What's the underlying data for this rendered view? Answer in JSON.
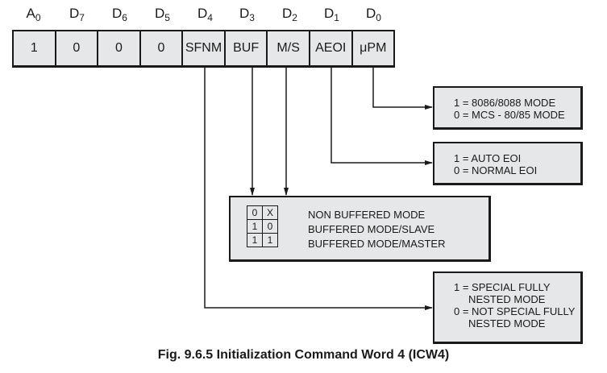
{
  "register": {
    "bits": [
      {
        "name": "A",
        "sub": "0",
        "value": "1"
      },
      {
        "name": "D",
        "sub": "7",
        "value": "0"
      },
      {
        "name": "D",
        "sub": "6",
        "value": "0"
      },
      {
        "name": "D",
        "sub": "5",
        "value": "0"
      },
      {
        "name": "D",
        "sub": "4",
        "value": "SFNM"
      },
      {
        "name": "D",
        "sub": "3",
        "value": "BUF"
      },
      {
        "name": "D",
        "sub": "2",
        "value": "M/S"
      },
      {
        "name": "D",
        "sub": "1",
        "value": "AEOI"
      },
      {
        "name": "D",
        "sub": "0",
        "value": "μPM"
      }
    ]
  },
  "upm_box": {
    "lines": [
      "1 = 8086/8088 MODE",
      "0 = MCS - 80/85 MODE"
    ]
  },
  "aeoi_box": {
    "lines": [
      "1 = AUTO EOI",
      "0 = NORMAL EOI"
    ]
  },
  "buf_ms_box": {
    "rows": [
      {
        "buf": "0",
        "ms": "X",
        "label": "NON BUFFERED MODE"
      },
      {
        "buf": "1",
        "ms": "0",
        "label": "BUFFERED MODE/SLAVE"
      },
      {
        "buf": "1",
        "ms": "1",
        "label": "BUFFERED MODE/MASTER"
      }
    ]
  },
  "sfnm_box": {
    "lines": [
      "1 = SPECIAL FULLY",
      "     NESTED MODE",
      "0 = NOT SPECIAL FULLY",
      "     NESTED MODE"
    ]
  },
  "caption": "Fig. 9.6.5 Initialization Command Word 4 (ICW4)"
}
